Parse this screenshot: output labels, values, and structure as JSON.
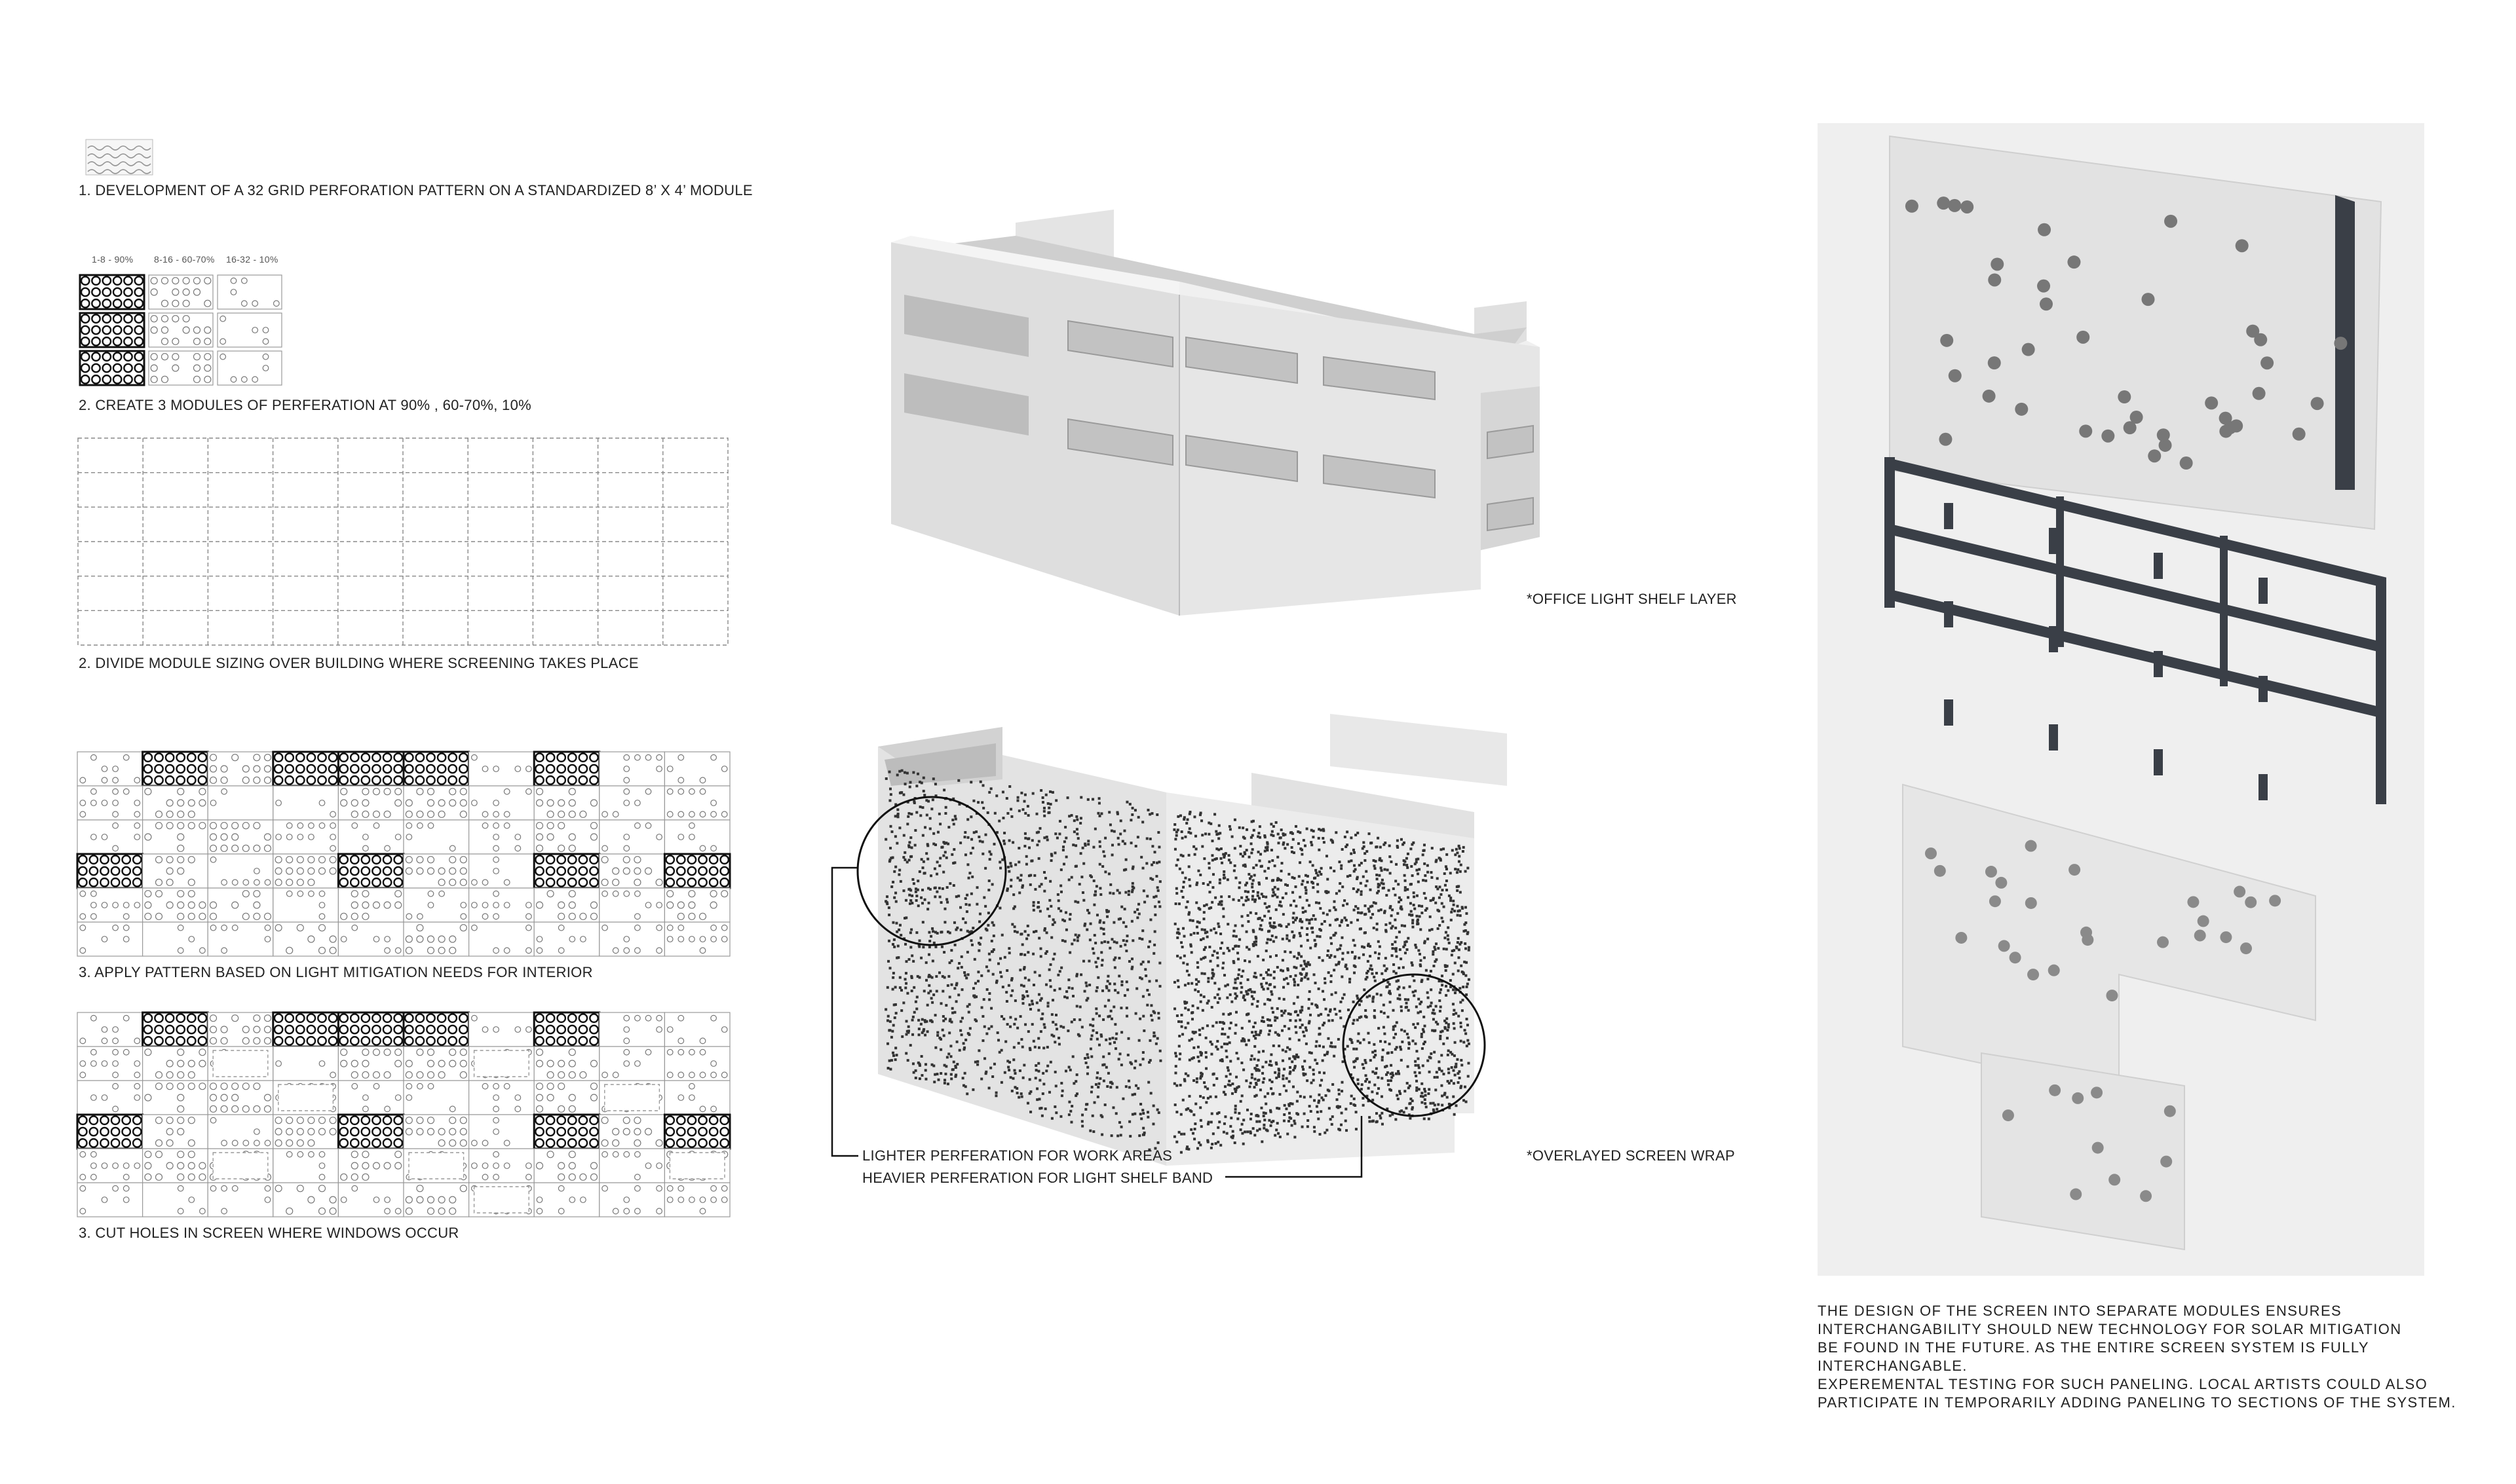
{
  "steps": {
    "step1": "1. DEVELOPMENT OF A 32 GRID PERFORATION PATTERN ON A STANDARDIZED 8’ X 4’ MODULE",
    "step2a": "2. CREATE 3 MODULES OF PERFERATION AT 90% , 60-70%, 10%",
    "step2b": "2. DIVIDE MODULE SIZING OVER BUILDING WHERE SCREENING TAKES PLACE",
    "step3a": "3. APPLY PATTERN BASED ON LIGHT MITIGATION NEEDS FOR INTERIOR",
    "step3b": "3. CUT HOLES IN SCREEN WHERE WINDOWS OCCUR"
  },
  "module_labels": [
    "1-8 - 90%",
    "8-16 - 60-70%",
    "16-32 - 10%"
  ],
  "center": {
    "label_top": "*OFFICE LIGHT SHELF LAYER",
    "label_bottom": "*OVERLAYED SCREEN WRAP",
    "callout_light": "LIGHTER PERFERATION FOR WORK AREAS",
    "callout_heavy": "HEAVIER PERFERATION FOR LIGHT SHELF BAND"
  },
  "description": {
    "lines": [
      "THE DESIGN OF THE SCREEN INTO SEPARATE MODULES ENSURES",
      "INTERCHANGABILITY SHOULD NEW TECHNOLOGY FOR SOLAR MITIGATION",
      "BE FOUND IN THE FUTURE. AS THE ENTIRE SCREEN SYSTEM IS FULLY",
      "INTERCHANGABLE.",
      "EXPEREMENTAL TESTING FOR SUCH PANELING. LOCAL ARTISTS COULD ALSO",
      "PARTICIPATE IN TEMPORARILY ADDING PANELING TO SECTIONS OF THE SYSTEM."
    ]
  },
  "colors": {
    "frame": "#3a3f47",
    "panel": "#dcdcdc",
    "render_bg": "#eeeeee",
    "line": "#222222"
  }
}
